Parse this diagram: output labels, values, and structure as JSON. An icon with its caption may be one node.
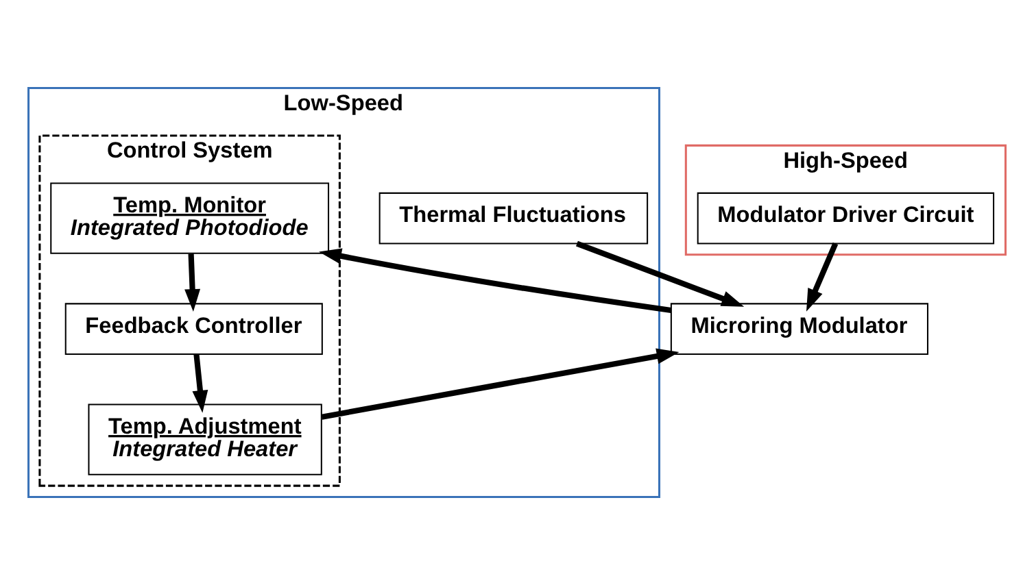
{
  "diagram": {
    "nodes": [
      {
        "text": [
          "Low-Speed"
        ]
      },
      {
        "text": [
          "High-Speed"
        ]
      },
      {
        "text": [
          "Thermal Fluctuations"
        ],
        "in": 0
      },
      {
        "text": [
          "Microring Modulator"
        ]
      },
      {
        "text": [
          "Modulator Driver Circuit"
        ],
        "in": 1
      },
      {
        "text": [
          "Control System"
        ],
        "in": 0
      },
      {
        "text": [
          "Temp. Monitor",
          "Integrated Photodiode"
        ],
        "in": 5
      },
      {
        "text": [
          "Feedback Controller"
        ],
        "in": 5
      },
      {
        "text": [
          "Temp. Adjustment",
          "Integrated Heater"
        ],
        "in": 5
      }
    ],
    "edges": [
      {
        "from": 2,
        "to": 3,
        "arrow": "to"
      },
      {
        "from": 4,
        "to": 3,
        "arrow": "to"
      },
      {
        "from": 3,
        "to": 6,
        "arrow": "to"
      },
      {
        "from": 6,
        "to": 7,
        "arrow": "to"
      },
      {
        "from": 7,
        "to": 8,
        "arrow": "to"
      },
      {
        "from": 8,
        "to": 3,
        "arrow": "to"
      }
    ]
  }
}
